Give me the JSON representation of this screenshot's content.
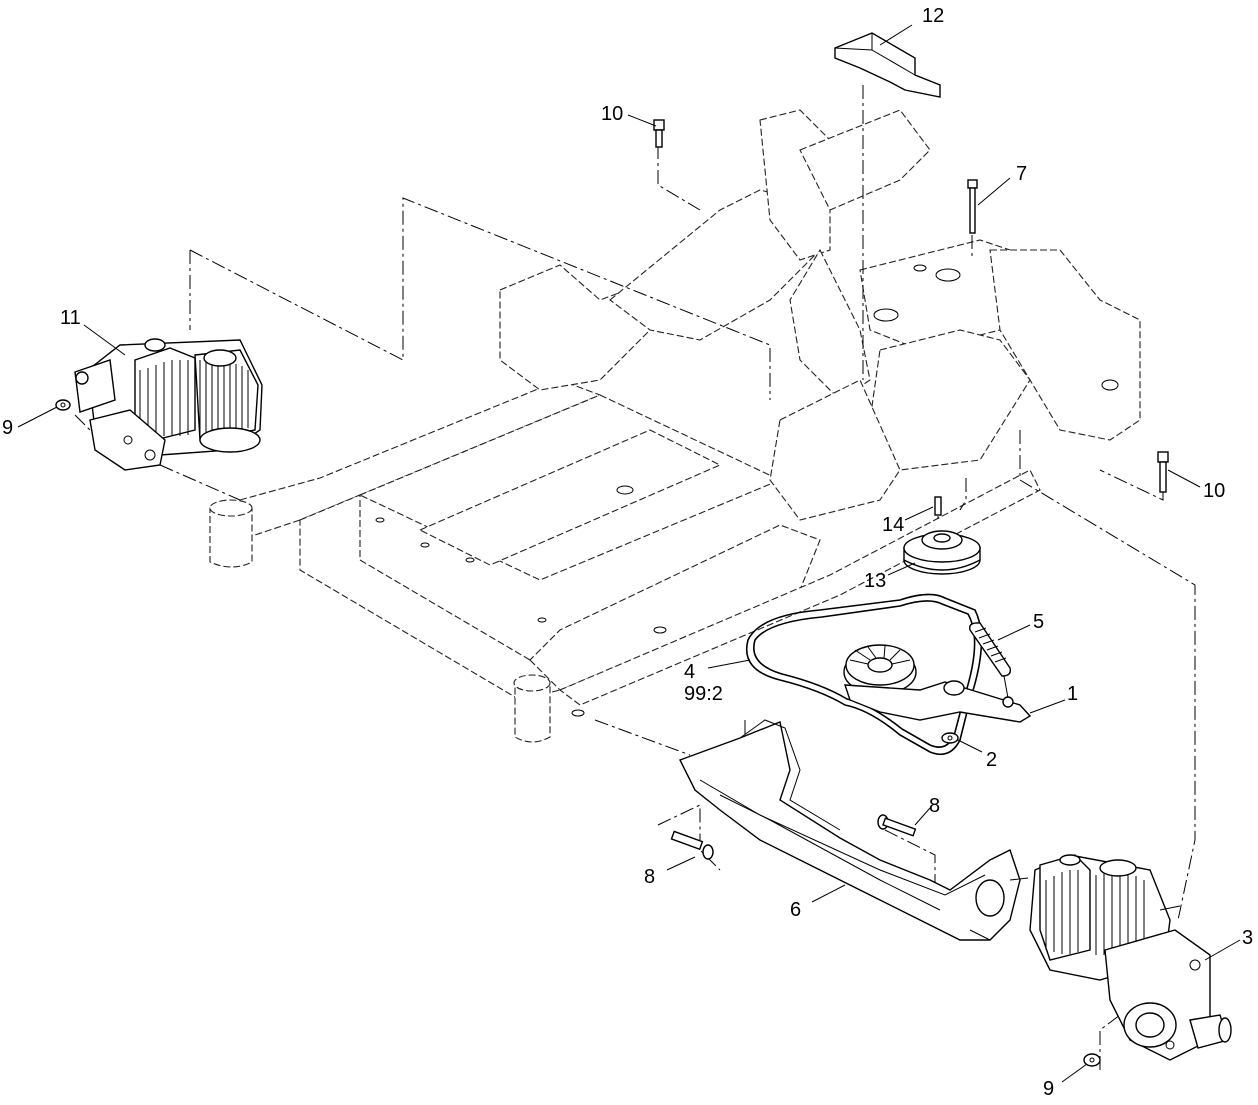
{
  "callouts": [
    {
      "id": "c12a",
      "label": "12"
    },
    {
      "id": "c10a",
      "label": "10"
    },
    {
      "id": "c7",
      "label": "7"
    },
    {
      "id": "c11",
      "label": "11"
    },
    {
      "id": "c9a",
      "label": "9"
    },
    {
      "id": "c10b",
      "label": "10"
    },
    {
      "id": "c14",
      "label": "14"
    },
    {
      "id": "c13",
      "label": "13"
    },
    {
      "id": "c5",
      "label": "5"
    },
    {
      "id": "c4",
      "label": "4"
    },
    {
      "id": "c4q",
      "label": "99:2"
    },
    {
      "id": "c1",
      "label": "1"
    },
    {
      "id": "c2",
      "label": "2"
    },
    {
      "id": "c8a",
      "label": "8"
    },
    {
      "id": "c8b",
      "label": "8"
    },
    {
      "id": "c6",
      "label": "6"
    },
    {
      "id": "c3",
      "label": "3"
    },
    {
      "id": "c9b",
      "label": "9"
    }
  ]
}
